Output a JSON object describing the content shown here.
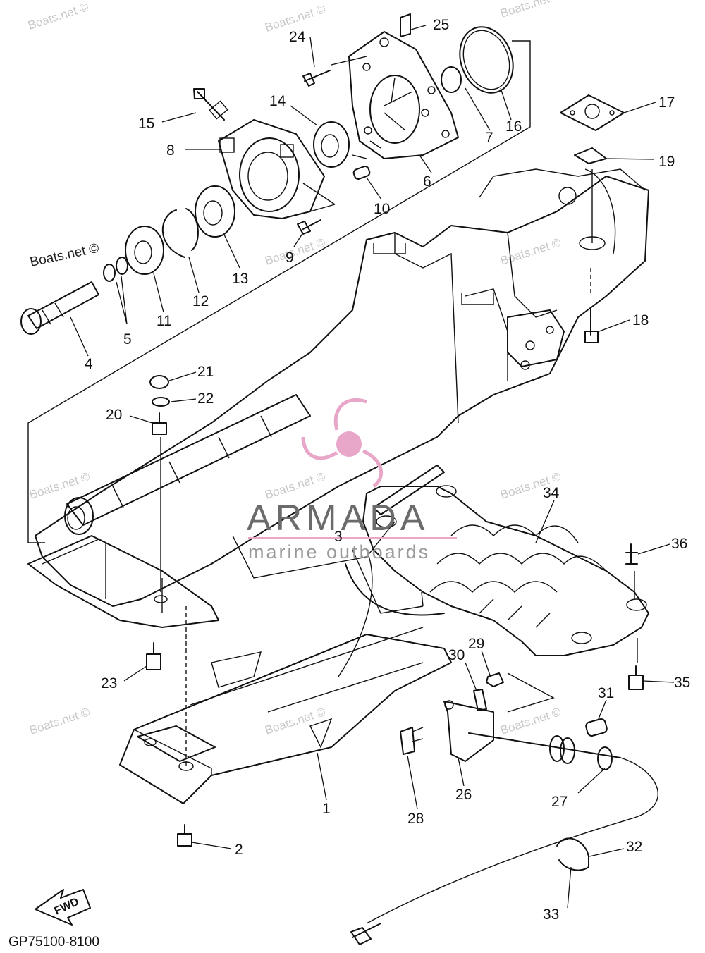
{
  "diagram": {
    "code": "GP75100-8100",
    "fwd_label": "FWD",
    "callouts": [
      {
        "n": "1"
      },
      {
        "n": "2"
      },
      {
        "n": "3"
      },
      {
        "n": "4"
      },
      {
        "n": "5"
      },
      {
        "n": "6"
      },
      {
        "n": "7"
      },
      {
        "n": "8"
      },
      {
        "n": "9"
      },
      {
        "n": "10"
      },
      {
        "n": "11"
      },
      {
        "n": "12"
      },
      {
        "n": "13"
      },
      {
        "n": "14"
      },
      {
        "n": "15"
      },
      {
        "n": "16"
      },
      {
        "n": "17"
      },
      {
        "n": "18"
      },
      {
        "n": "19"
      },
      {
        "n": "20"
      },
      {
        "n": "21"
      },
      {
        "n": "22"
      },
      {
        "n": "23"
      },
      {
        "n": "24"
      },
      {
        "n": "25"
      },
      {
        "n": "26"
      },
      {
        "n": "27"
      },
      {
        "n": "28"
      },
      {
        "n": "29"
      },
      {
        "n": "30"
      },
      {
        "n": "31"
      },
      {
        "n": "32"
      },
      {
        "n": "33"
      },
      {
        "n": "34"
      },
      {
        "n": "35"
      },
      {
        "n": "36"
      }
    ]
  },
  "watermarks": {
    "site": "Boats.net ©",
    "brand_name": "ARMADA",
    "brand_tagline": "marine outboards",
    "brand_color": "#e8a6c8",
    "logo_icon": "propeller-logo-icon"
  }
}
